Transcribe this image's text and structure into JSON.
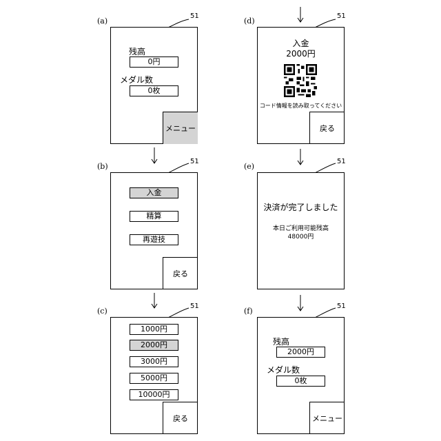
{
  "ref_label": "51",
  "panels": {
    "a": {
      "label": "(a)",
      "balance_label": "残高",
      "balance_value": "0円",
      "medals_label": "メダル数",
      "medals_value": "0枚",
      "corner_button": "メニュー"
    },
    "b": {
      "label": "(b)",
      "menu_items": [
        "入金",
        "精算",
        "再遊技"
      ],
      "corner_button": "戻る"
    },
    "c": {
      "label": "(c)",
      "amounts": [
        "1000円",
        "2000円",
        "3000円",
        "5000円",
        "10000円"
      ],
      "corner_button": "戻る"
    },
    "d": {
      "label": "(d)",
      "title": "入金",
      "amount": "2000円",
      "instruction": "コード情報を読み取ってください",
      "corner_button": "戻る"
    },
    "e": {
      "label": "(e)",
      "message": "決済が完了しました",
      "available_label": "本日ご利用可能残高",
      "available_value": "48000円"
    },
    "f": {
      "label": "(f)",
      "balance_label": "残高",
      "balance_value": "2000円",
      "medals_label": "メダル数",
      "medals_value": "0枚",
      "corner_button": "メニュー"
    }
  }
}
